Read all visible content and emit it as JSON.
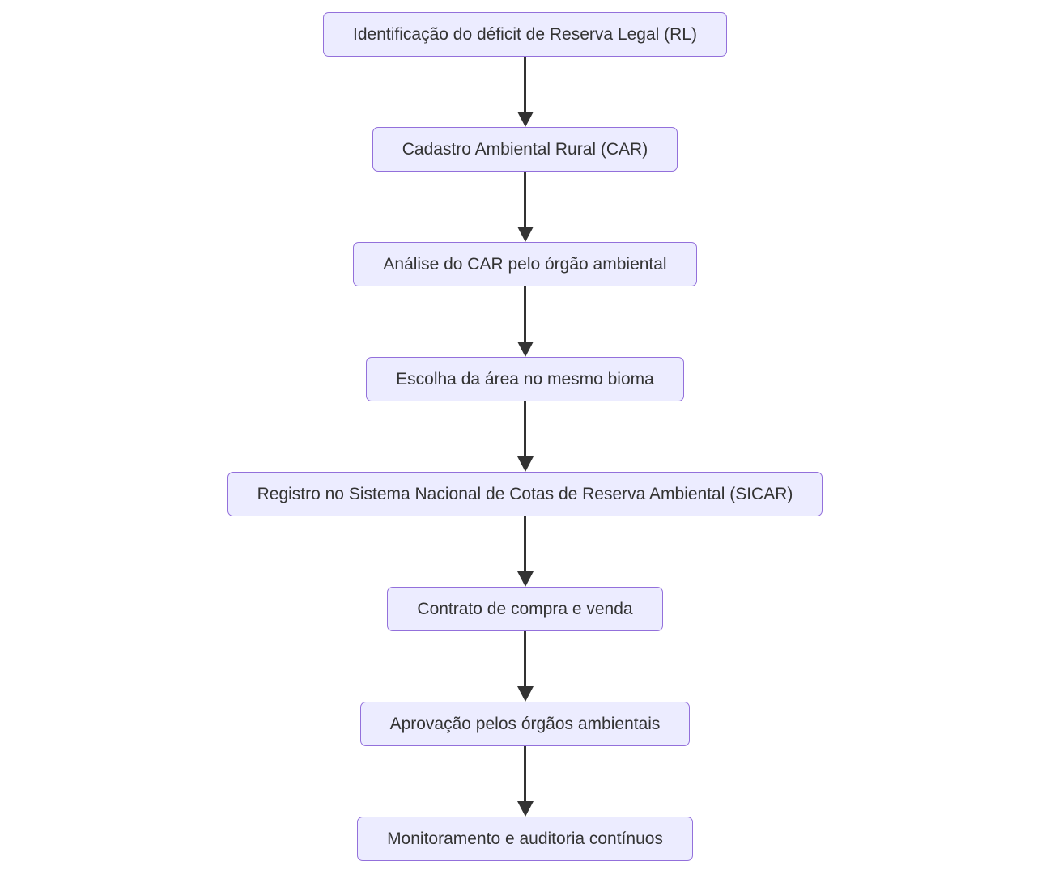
{
  "diagram": {
    "type": "flowchart-top-down",
    "nodes": [
      {
        "id": "step-1",
        "label": "Identificação do déficit de Reserva Legal (RL)"
      },
      {
        "id": "step-2",
        "label": "Cadastro Ambiental Rural (CAR)"
      },
      {
        "id": "step-3",
        "label": "Análise do CAR pelo órgão ambiental"
      },
      {
        "id": "step-4",
        "label": "Escolha da área no mesmo bioma"
      },
      {
        "id": "step-5",
        "label": "Registro no Sistema Nacional de Cotas de Reserva Ambiental (SICAR)"
      },
      {
        "id": "step-6",
        "label": "Contrato de compra e venda"
      },
      {
        "id": "step-7",
        "label": "Aprovação pelos órgãos ambientais"
      },
      {
        "id": "step-8",
        "label": "Monitoramento e auditoria contínuos"
      }
    ],
    "edges": [
      {
        "from": "step-1",
        "to": "step-2"
      },
      {
        "from": "step-2",
        "to": "step-3"
      },
      {
        "from": "step-3",
        "to": "step-4"
      },
      {
        "from": "step-4",
        "to": "step-5"
      },
      {
        "from": "step-5",
        "to": "step-6"
      },
      {
        "from": "step-6",
        "to": "step-7"
      },
      {
        "from": "step-7",
        "to": "step-8"
      }
    ],
    "theme": {
      "node_fill": "#ECECFF",
      "node_border": "#9370DB",
      "node_text": "#333333",
      "arrow_color": "#333333",
      "canvas_bg": "#FFFFFF"
    }
  }
}
